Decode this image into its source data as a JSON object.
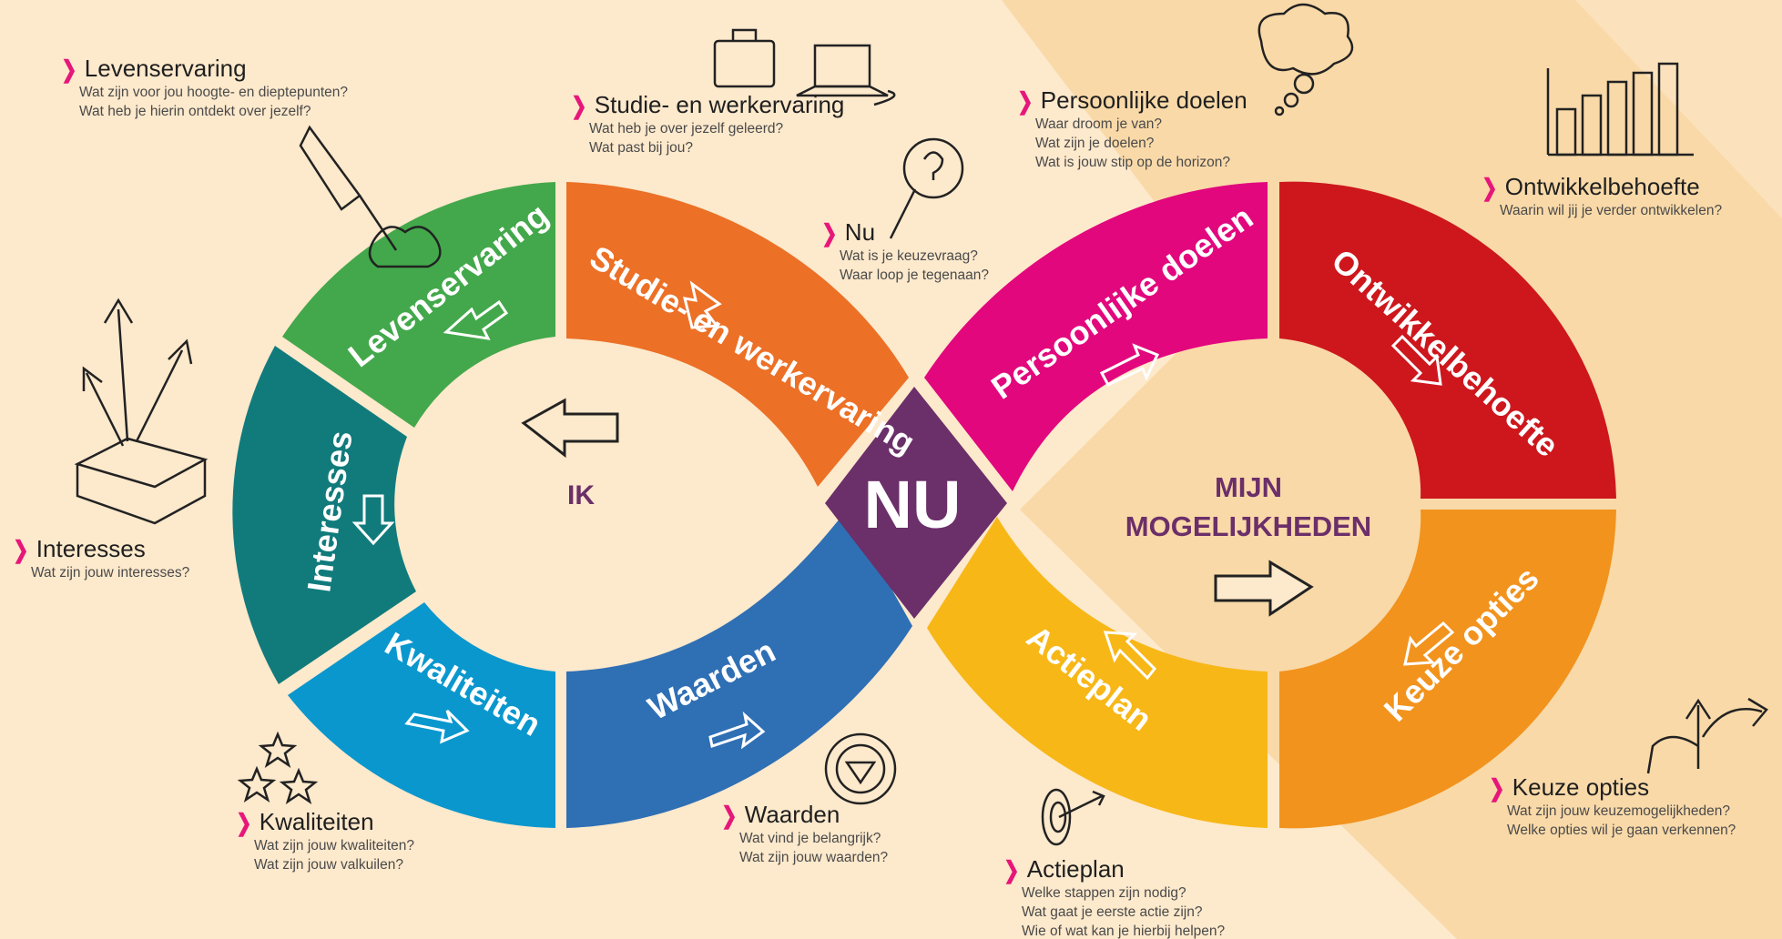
{
  "diagram": {
    "center": "NU",
    "left_loop_label": "IK",
    "right_loop_label_line1": "MIJN",
    "right_loop_label_line2": "MOGELIJKHEDEN",
    "colors": {
      "background": "#fde9cc",
      "stripe": "#f9d9a8",
      "center": "#6b2f69",
      "levenservaring": "#43a84b",
      "studie": "#ec7026",
      "interesses": "#117b7c",
      "kwaliteiten": "#0a97ce",
      "waarden": "#2f6fb4",
      "persoonlijke": "#e2077d",
      "ontwikkel": "#cd171d",
      "actieplan": "#f7b717",
      "keuze": "#f2931d",
      "accent": "#e6167a"
    },
    "segments": [
      {
        "key": "levenservaring",
        "label": "Levenservaring"
      },
      {
        "key": "studie",
        "label": "Studie- en werkervaring"
      },
      {
        "key": "interesses",
        "label": "Interesses"
      },
      {
        "key": "kwaliteiten",
        "label": "Kwaliteiten"
      },
      {
        "key": "waarden",
        "label": "Waarden"
      },
      {
        "key": "persoonlijke",
        "label": "Persoonlijke doelen"
      },
      {
        "key": "ontwikkel",
        "label": "Ontwikkelbehoefte"
      },
      {
        "key": "keuze",
        "label": "Keuze opties"
      },
      {
        "key": "actieplan",
        "label": "Actieplan"
      }
    ]
  },
  "callouts": {
    "levenservaring": {
      "title": "Levenservaring",
      "questions": [
        "Wat zijn voor jou hoogte- en dieptepunten?",
        "Wat heb je hierin ontdekt over jezelf?"
      ]
    },
    "studie": {
      "title": "Studie- en werkervaring",
      "questions": [
        "Wat heb je over jezelf geleerd?",
        "Wat past bij jou?"
      ]
    },
    "persoonlijke": {
      "title": "Persoonlijke doelen",
      "questions": [
        "Waar droom je van?",
        "Wat zijn je doelen?",
        "Wat is jouw stip op de horizon?"
      ]
    },
    "ontwikkel": {
      "title": "Ontwikkelbehoefte",
      "questions": [
        "Waarin wil jij je verder ontwikkelen?"
      ]
    },
    "nu": {
      "title": "Nu",
      "questions": [
        "Wat is je keuzevraag?",
        "Waar loop je tegenaan?"
      ]
    },
    "interesses": {
      "title": "Interesses",
      "questions": [
        "Wat zijn jouw interesses?"
      ]
    },
    "kwaliteiten": {
      "title": "Kwaliteiten",
      "questions": [
        "Wat zijn jouw kwaliteiten?",
        "Wat zijn jouw valkuilen?"
      ]
    },
    "waarden": {
      "title": "Waarden",
      "questions": [
        "Wat vind je belangrijk?",
        "Wat zijn jouw waarden?"
      ]
    },
    "actieplan": {
      "title": "Actieplan",
      "questions": [
        "Welke stappen zijn nodig?",
        "Wat gaat je eerste actie zijn?",
        "Wie of wat kan je hierbij helpen?"
      ]
    },
    "keuze": {
      "title": "Keuze opties",
      "questions": [
        "Wat zijn jouw keuzemogelijkheden?",
        "Welke opties wil je gaan verkennen?"
      ]
    }
  },
  "icons": [
    "rocket-icon",
    "briefcase-icon",
    "laptop-icon",
    "magnifier-question-icon",
    "thought-bubble-icon",
    "bar-chart-icon",
    "box-arrows-icon",
    "stars-icon",
    "gear-diamond-icon",
    "target-icon",
    "branching-arrows-icon"
  ]
}
